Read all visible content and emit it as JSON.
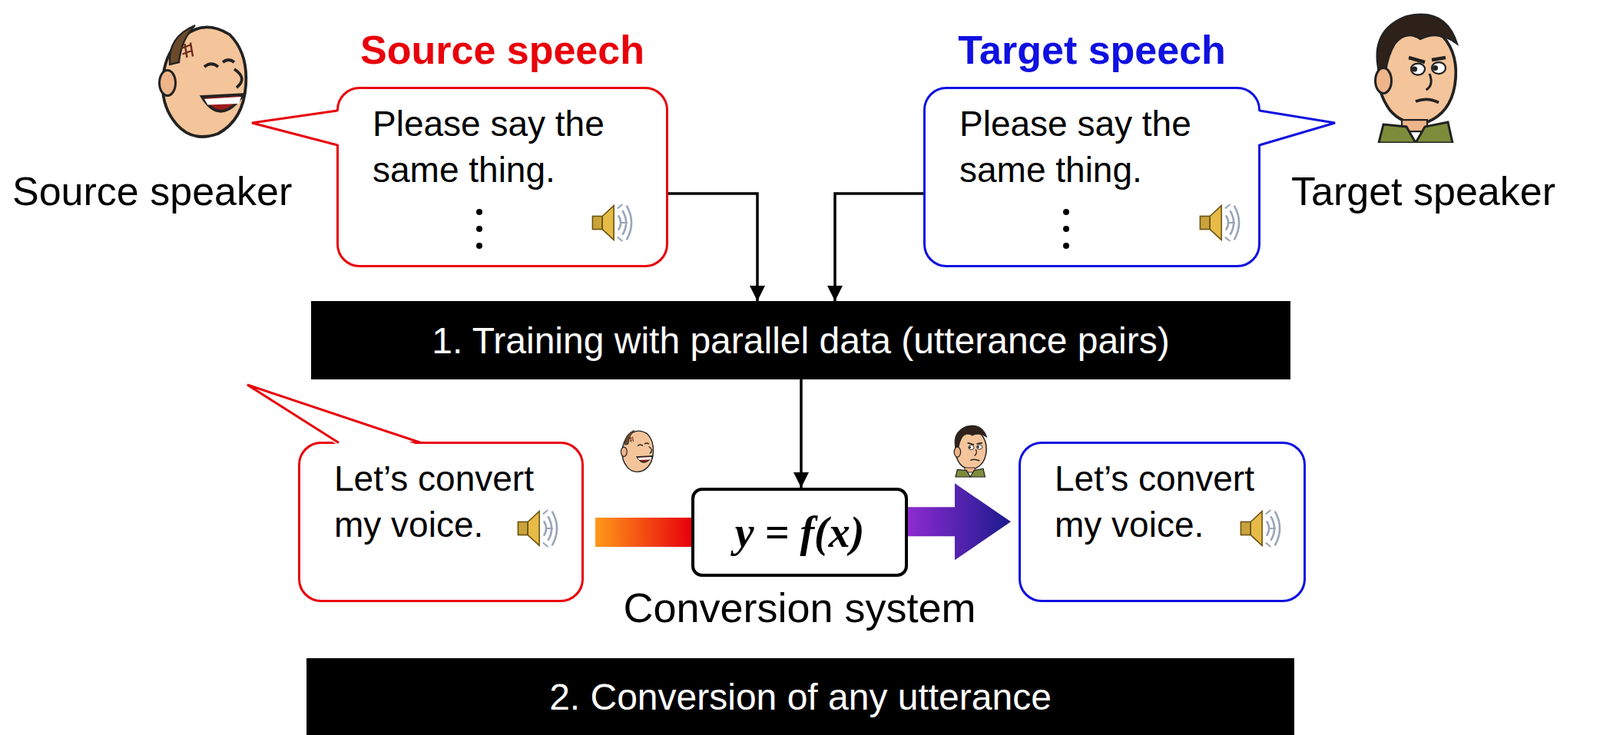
{
  "diagram": {
    "nodes": [
      {
        "text": [
          "Source speech",
          "Please say the same thing."
        ]
      },
      {
        "text": [
          "Target speech",
          "Please say the same thing."
        ]
      },
      {
        "text": [
          "1. Training with parallel data (utterance pairs)"
        ]
      },
      {
        "text": [
          "Let’s convert my voice."
        ]
      },
      {
        "text": [
          "y = f(x)",
          "Conversion system"
        ]
      },
      {
        "text": [
          "Let’s convert my voice."
        ]
      },
      {
        "text": [
          "2. Conversion of any utterance"
        ]
      }
    ],
    "edges": [
      {
        "from": 0,
        "to": 2,
        "arrow": "to"
      },
      {
        "from": 1,
        "to": 2,
        "arrow": "to"
      },
      {
        "from": 2,
        "to": 4,
        "arrow": "to"
      },
      {
        "from": 3,
        "to": 4,
        "arrow": "none"
      },
      {
        "from": 4,
        "to": 5,
        "arrow": "to"
      }
    ],
    "labels": [
      "Source speaker",
      "Target speaker"
    ]
  }
}
